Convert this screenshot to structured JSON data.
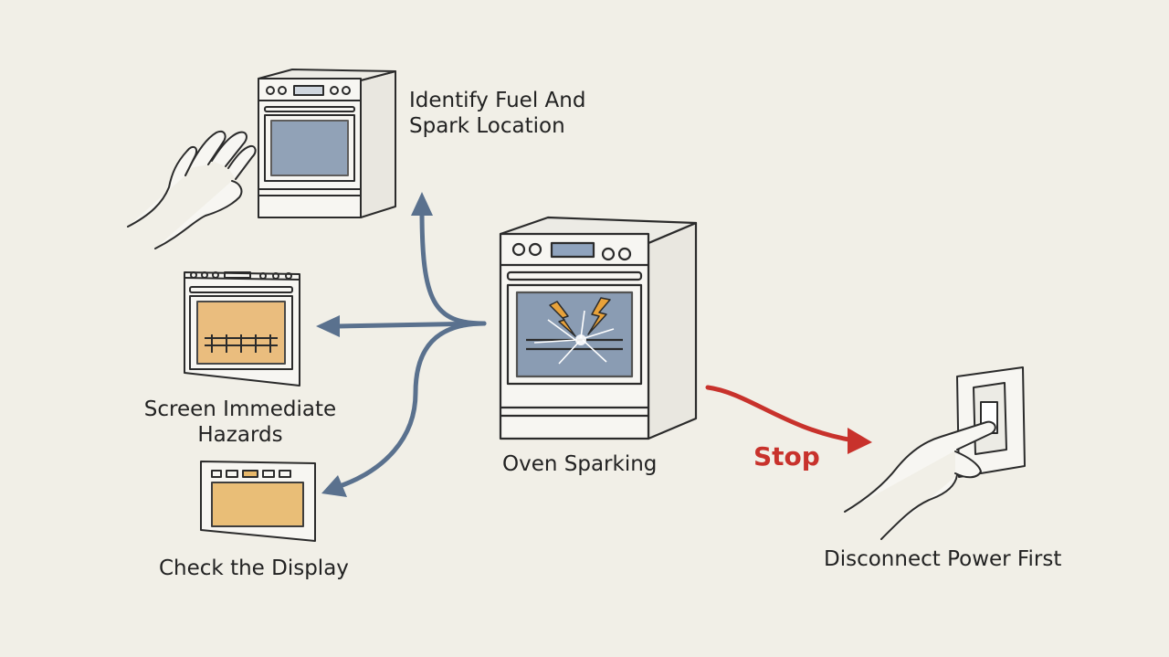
{
  "nodes": {
    "center": {
      "label": "Oven Sparking"
    },
    "identify": {
      "line1": "Identify Fuel And",
      "line2": "Spark Location"
    },
    "screen": {
      "line1": "Screen Immediate",
      "line2": "Hazards"
    },
    "display": {
      "label": "Check the Display"
    },
    "disconnect": {
      "label": "Disconnect Power First"
    }
  },
  "edges": {
    "stop": {
      "label": "Stop"
    }
  },
  "colors": {
    "background": "#f1efe7",
    "ink": "#2b2b2b",
    "branch_arrow": "#5a718e",
    "stop_arrow": "#c8322c",
    "oven_window": "#6f86a4",
    "oven_window_lit": "#e8b46a",
    "display_panel": "#e8b86a",
    "spark": "#e8a23a"
  },
  "icons": [
    "hand-icon",
    "oven-icon",
    "spark-icon",
    "wall-switch-icon"
  ]
}
